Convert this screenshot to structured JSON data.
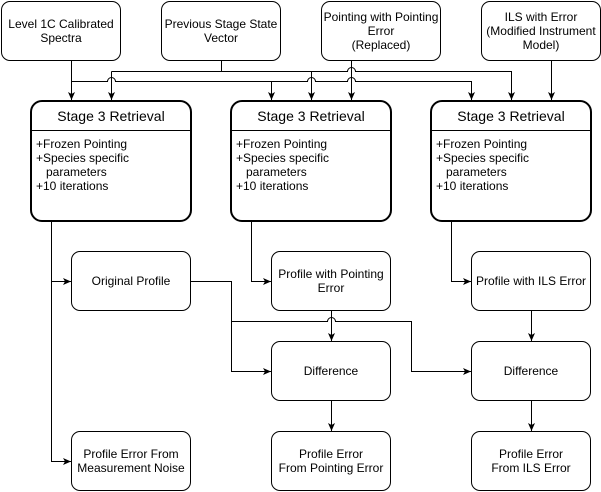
{
  "colors": {
    "stroke": "#000000",
    "fill": "#ffffff"
  },
  "inputs": {
    "level1c": {
      "lines": [
        "Level 1C Calibrated",
        "Spectra"
      ]
    },
    "previous_state": {
      "lines": [
        "Previous Stage State",
        "Vector"
      ]
    },
    "pointing_error": {
      "lines": [
        "Pointing with Pointing",
        "Error",
        "(Replaced)"
      ]
    },
    "ils_error": {
      "lines": [
        "ILS with Error",
        "(Modified Instrument",
        "Model)"
      ]
    }
  },
  "retrievals": [
    {
      "title": "Stage 3 Retrieval",
      "items": [
        "+Frozen Pointing",
        "+Species specific",
        "parameters",
        "+10 iterations"
      ]
    },
    {
      "title": "Stage 3 Retrieval",
      "items": [
        "+Frozen Pointing",
        "+Species specific",
        "parameters",
        "+10 iterations"
      ]
    },
    {
      "title": "Stage 3 Retrieval",
      "items": [
        "+Frozen Pointing",
        "+Species specific",
        "parameters",
        "+10 iterations"
      ]
    }
  ],
  "profiles": {
    "original": {
      "lines": [
        "Original Profile"
      ]
    },
    "pointing": {
      "lines": [
        "Profile with Pointing",
        "Error"
      ]
    },
    "ils": {
      "lines": [
        "Profile with ILS Error"
      ]
    }
  },
  "differences": [
    {
      "lines": [
        "Difference"
      ]
    },
    {
      "lines": [
        "Difference"
      ]
    }
  ],
  "errors": {
    "noise": {
      "lines": [
        "Profile Error From",
        "Measurement Noise"
      ]
    },
    "pointing": {
      "lines": [
        "Profile Error",
        "From Pointing Error"
      ]
    },
    "ils": {
      "lines": [
        "Profile Error",
        "From ILS Error"
      ]
    }
  }
}
